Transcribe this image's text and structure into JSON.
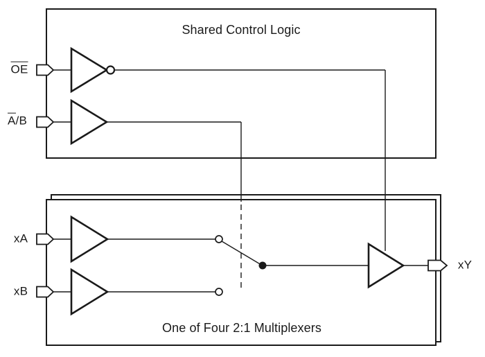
{
  "title": "Shared Control Logic",
  "caption": "One of Four 2:1 Multiplexers",
  "labels": {
    "oe": {
      "overlined": "OE",
      "rest": ""
    },
    "ab": {
      "overlined": "A",
      "rest": "/B"
    },
    "xa": "xA",
    "xb": "xB",
    "xy": "xY"
  },
  "colors": {
    "line": "#1a1a1a",
    "background": "#ffffff"
  }
}
